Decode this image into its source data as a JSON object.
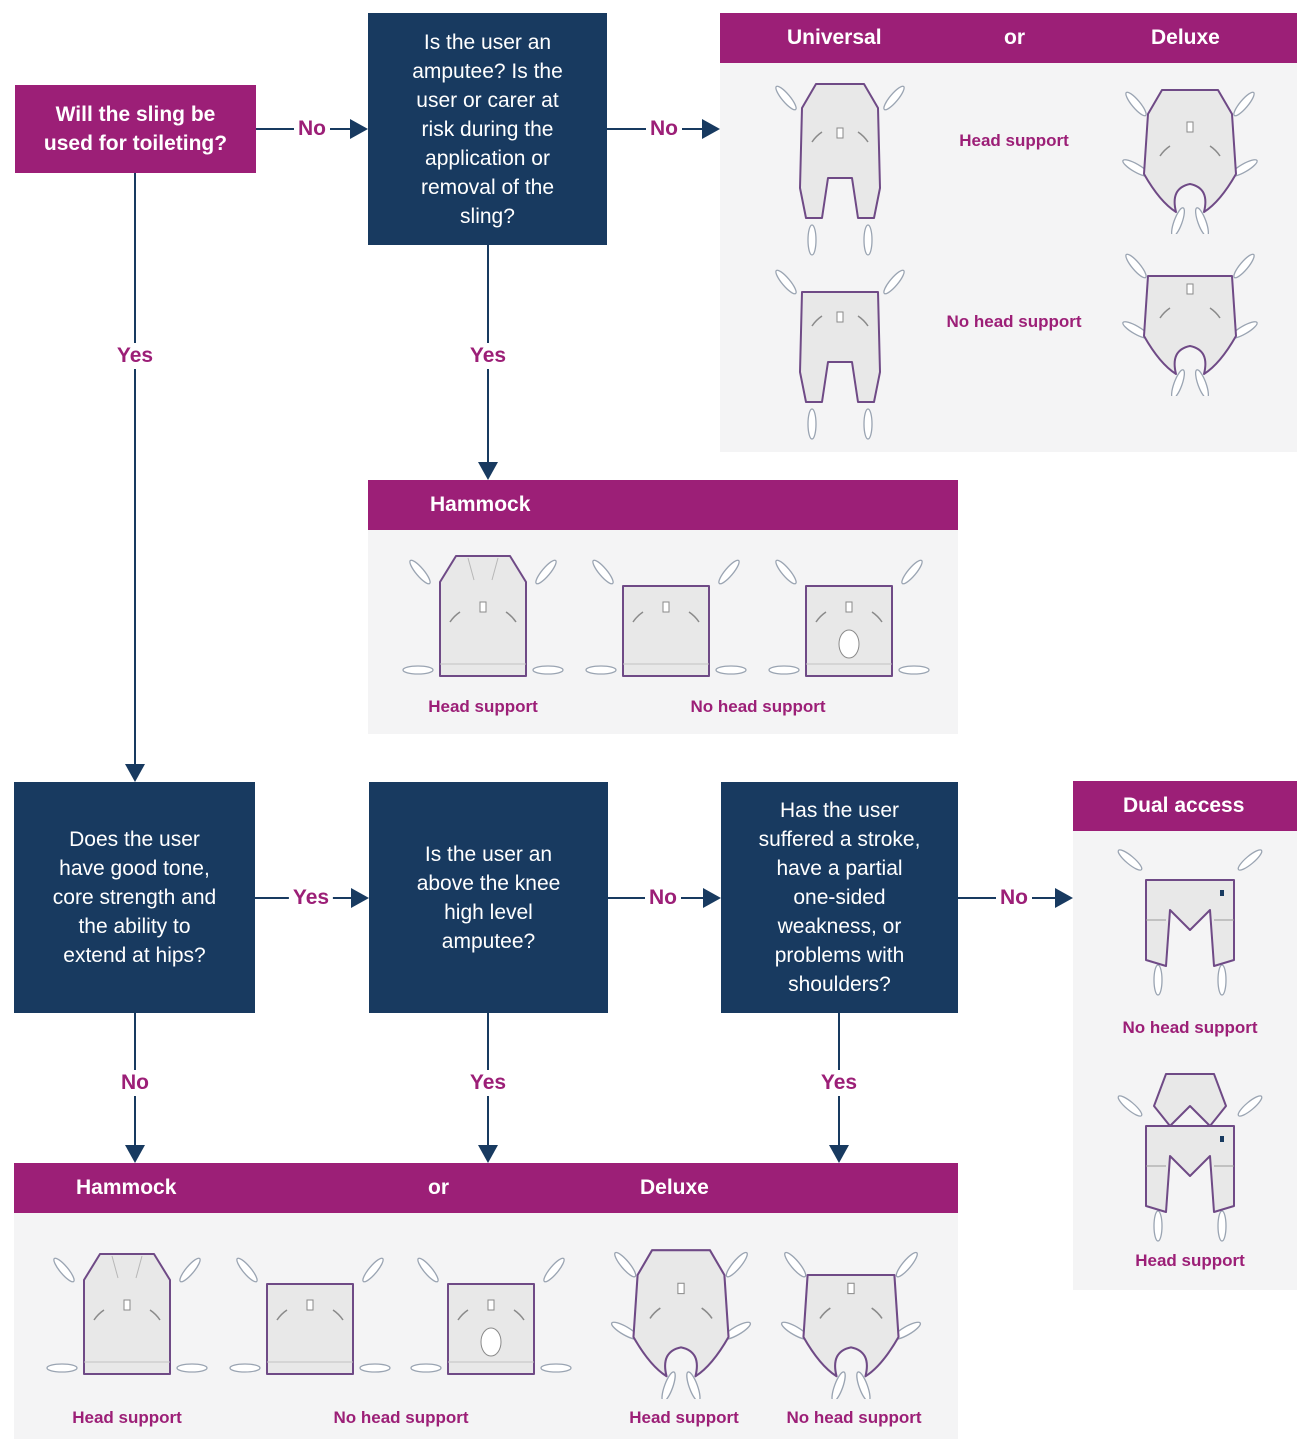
{
  "colors": {
    "navy": "#183a60",
    "magenta": "#9c1f77",
    "panel": "#f4f4f5",
    "sling_fill": "#e8e8e8",
    "sling_edge": "#6f4a86"
  },
  "start": {
    "question": "Will the sling be\nused for toileting?"
  },
  "q_amputee_risk": {
    "question": "Is the user an\namputee? Is the\nuser or carer at\nrisk during the\napplication or\nremoval of the\nsling?"
  },
  "q_tone": {
    "question": "Does the user\nhave good tone,\ncore strength and\nthe ability to\nextend at hips?"
  },
  "q_above_knee": {
    "question": "Is the user an\nabove the knee\nhigh level\namputee?"
  },
  "q_stroke": {
    "question": "Has the user\nsuffered a stroke,\nhave a partial\none-sided\nweakness, or\nproblems with\nshoulders?"
  },
  "arrows": {
    "start_no": "No",
    "start_yes": "Yes",
    "amputee_no": "No",
    "amputee_yes": "Yes",
    "tone_yes": "Yes",
    "tone_no": "No",
    "knee_no": "No",
    "knee_yes": "Yes",
    "stroke_no": "No",
    "stroke_yes": "Yes"
  },
  "universal_panel": {
    "left_title": "Universal",
    "or": "or",
    "right_title": "Deluxe",
    "row1_caption": "Head support",
    "row2_caption": "No head support",
    "icons": [
      "universal-sling-head-support-icon",
      "deluxe-sling-head-support-icon",
      "universal-sling-no-head-support-icon",
      "deluxe-sling-no-head-support-icon"
    ]
  },
  "hammock_panel": {
    "title": "Hammock",
    "caption_head": "Head support",
    "caption_nohead": "No head support"
  },
  "dual_panel": {
    "title": "Dual access",
    "caption_nohead": "No head support",
    "caption_head": "Head support"
  },
  "bottom_panel": {
    "left_title": "Hammock",
    "or": "or",
    "right_title": "Deluxe",
    "cap_hammock_head": "Head support",
    "cap_hammock_nohead": "No head support",
    "cap_deluxe_head": "Head support",
    "cap_deluxe_nohead": "No head support"
  }
}
